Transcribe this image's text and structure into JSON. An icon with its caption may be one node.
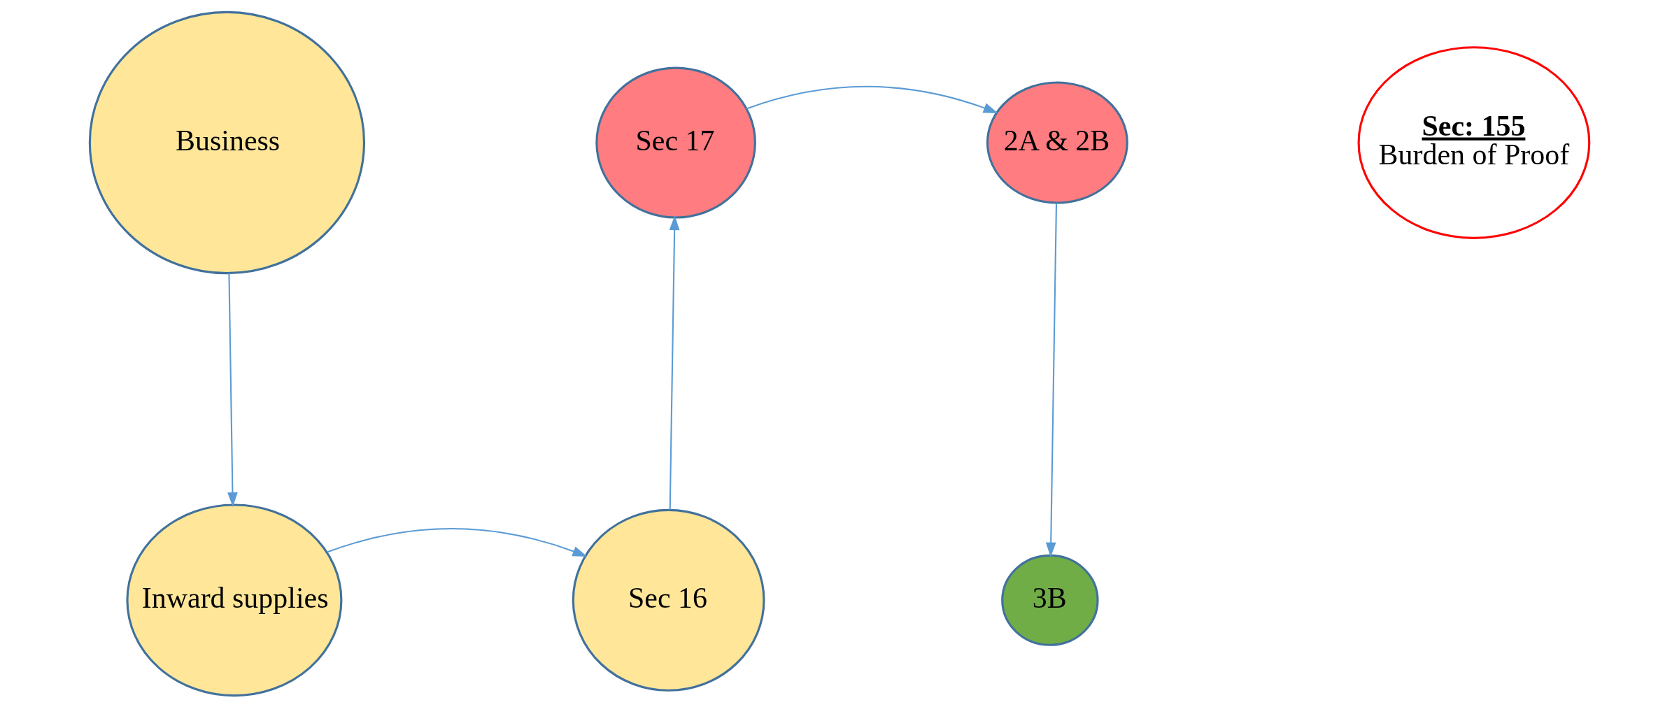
{
  "diagram": {
    "nodes": [
      {
        "text": [
          "Business"
        ]
      },
      {
        "text": [
          "Inward supplies"
        ]
      },
      {
        "text": [
          "Sec 16"
        ]
      },
      {
        "text": [
          "Sec 17"
        ]
      },
      {
        "text": [
          "2A & 2B"
        ]
      },
      {
        "text": [
          "3B"
        ]
      },
      {
        "text": [
          "Sec: 155",
          "Burden of Proof"
        ]
      }
    ],
    "edges": [
      {
        "from": 0,
        "to": 1,
        "arrow": "to"
      },
      {
        "from": 1,
        "to": 2,
        "arrow": "to"
      },
      {
        "from": 2,
        "to": 3,
        "arrow": "to"
      },
      {
        "from": 3,
        "to": 4,
        "arrow": "to"
      },
      {
        "from": 4,
        "to": 5,
        "arrow": "to"
      }
    ]
  }
}
